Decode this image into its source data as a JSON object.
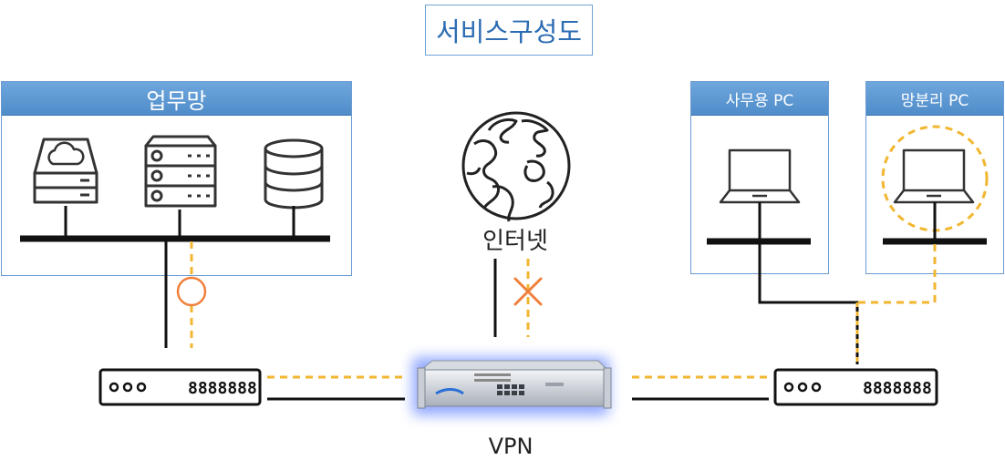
{
  "title": "서비스구성도",
  "work_network": {
    "label": "업무망"
  },
  "office_pc": {
    "label": "사무용 PC"
  },
  "separated_pc": {
    "label": "망분리 PC"
  },
  "internet": {
    "label": "인터넷"
  },
  "vpn": {
    "label": "VPN"
  },
  "devices": {
    "display_digits": "8888888"
  },
  "colors": {
    "panel_header": "#5b97d3",
    "dashed": "#f2b630",
    "circle_ok": "#f07f3b",
    "x_mark": "#f07f3b",
    "line": "#111111"
  }
}
